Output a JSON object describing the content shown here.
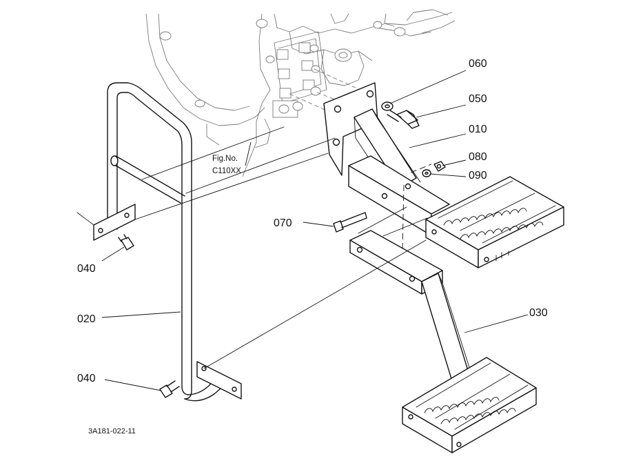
{
  "callouts": {
    "c060": "060",
    "c050": "050",
    "c010": "010",
    "c080": "080",
    "c090": "090",
    "c070": "070",
    "c040_upper": "040",
    "c020": "020",
    "c040_lower": "040",
    "c030": "030"
  },
  "figure_ref": {
    "line1": "Fig.No.",
    "line2": "C110XX"
  },
  "drawing_code": "3A181-022-11"
}
